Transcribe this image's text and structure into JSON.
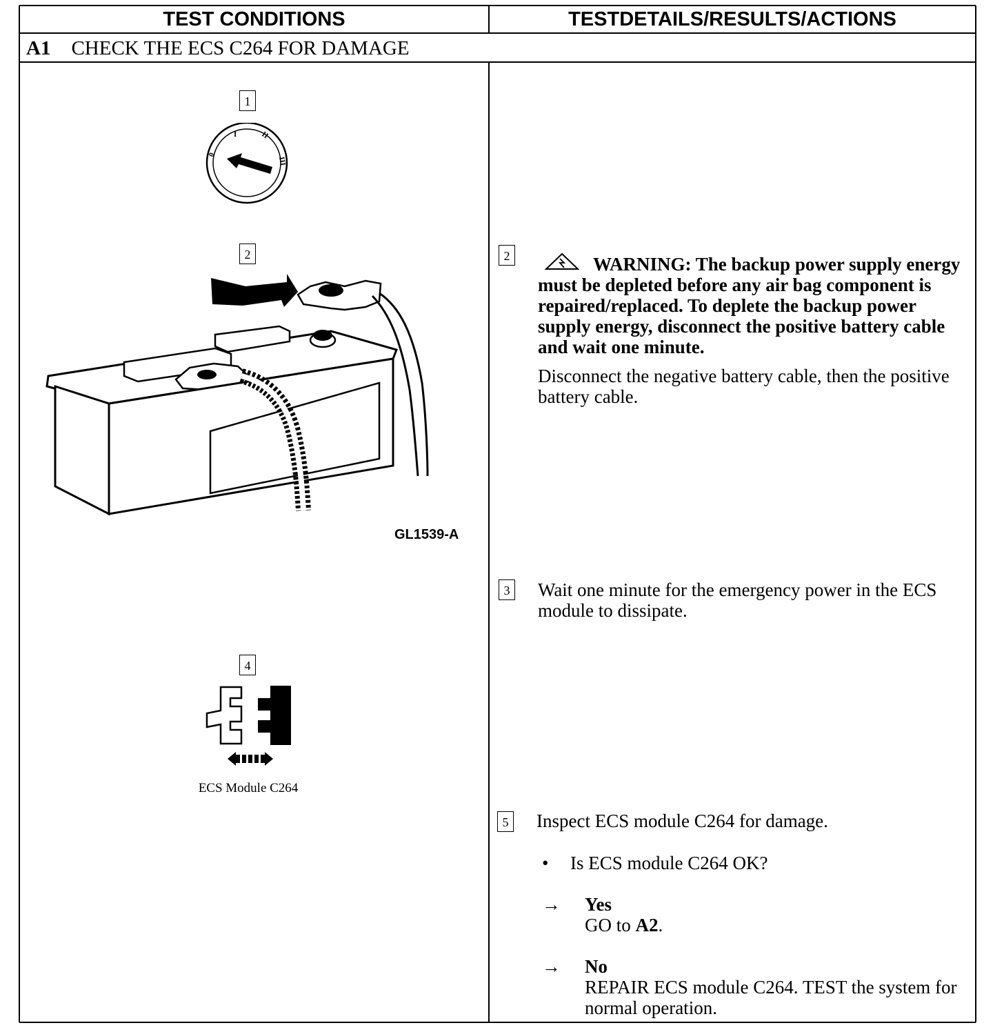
{
  "headers": {
    "left": "TEST CONDITIONS",
    "right": "TESTDETAILS/RESULTS/ACTIONS"
  },
  "section": {
    "id": "A1",
    "title": "CHECK THE ECS C264 FOR DAMAGE"
  },
  "left_figures": {
    "step1_label": "1",
    "step2_label": "2",
    "figure_id": "GL1539-A",
    "step4_label": "4",
    "connector_caption": "ECS Module C264",
    "ignition_marks": [
      "0",
      "I",
      "II",
      "III"
    ]
  },
  "steps": {
    "step2": {
      "number": "2",
      "warning": "WARNING: The backup power supply energy must be depleted before any air bag component is repaired/replaced. To deplete the backup power supply energy, disconnect the positive battery cable and wait one minute.",
      "text": "Disconnect the negative battery cable, then the positive battery cable."
    },
    "step3": {
      "number": "3",
      "text": "Wait one minute for the emergency power in the ECS module to dissipate."
    },
    "step5": {
      "number": "5",
      "text": "Inspect ECS module C264 for damage.",
      "question": "Is ECS module C264 OK?",
      "bullet": "•",
      "arrow": "→",
      "yes_label": "Yes",
      "yes_action_prefix": "GO to ",
      "yes_action_target": "A2",
      "yes_action_suffix": ".",
      "no_label": "No",
      "no_action": "REPAIR ECS module C264. TEST the system for normal operation."
    }
  }
}
